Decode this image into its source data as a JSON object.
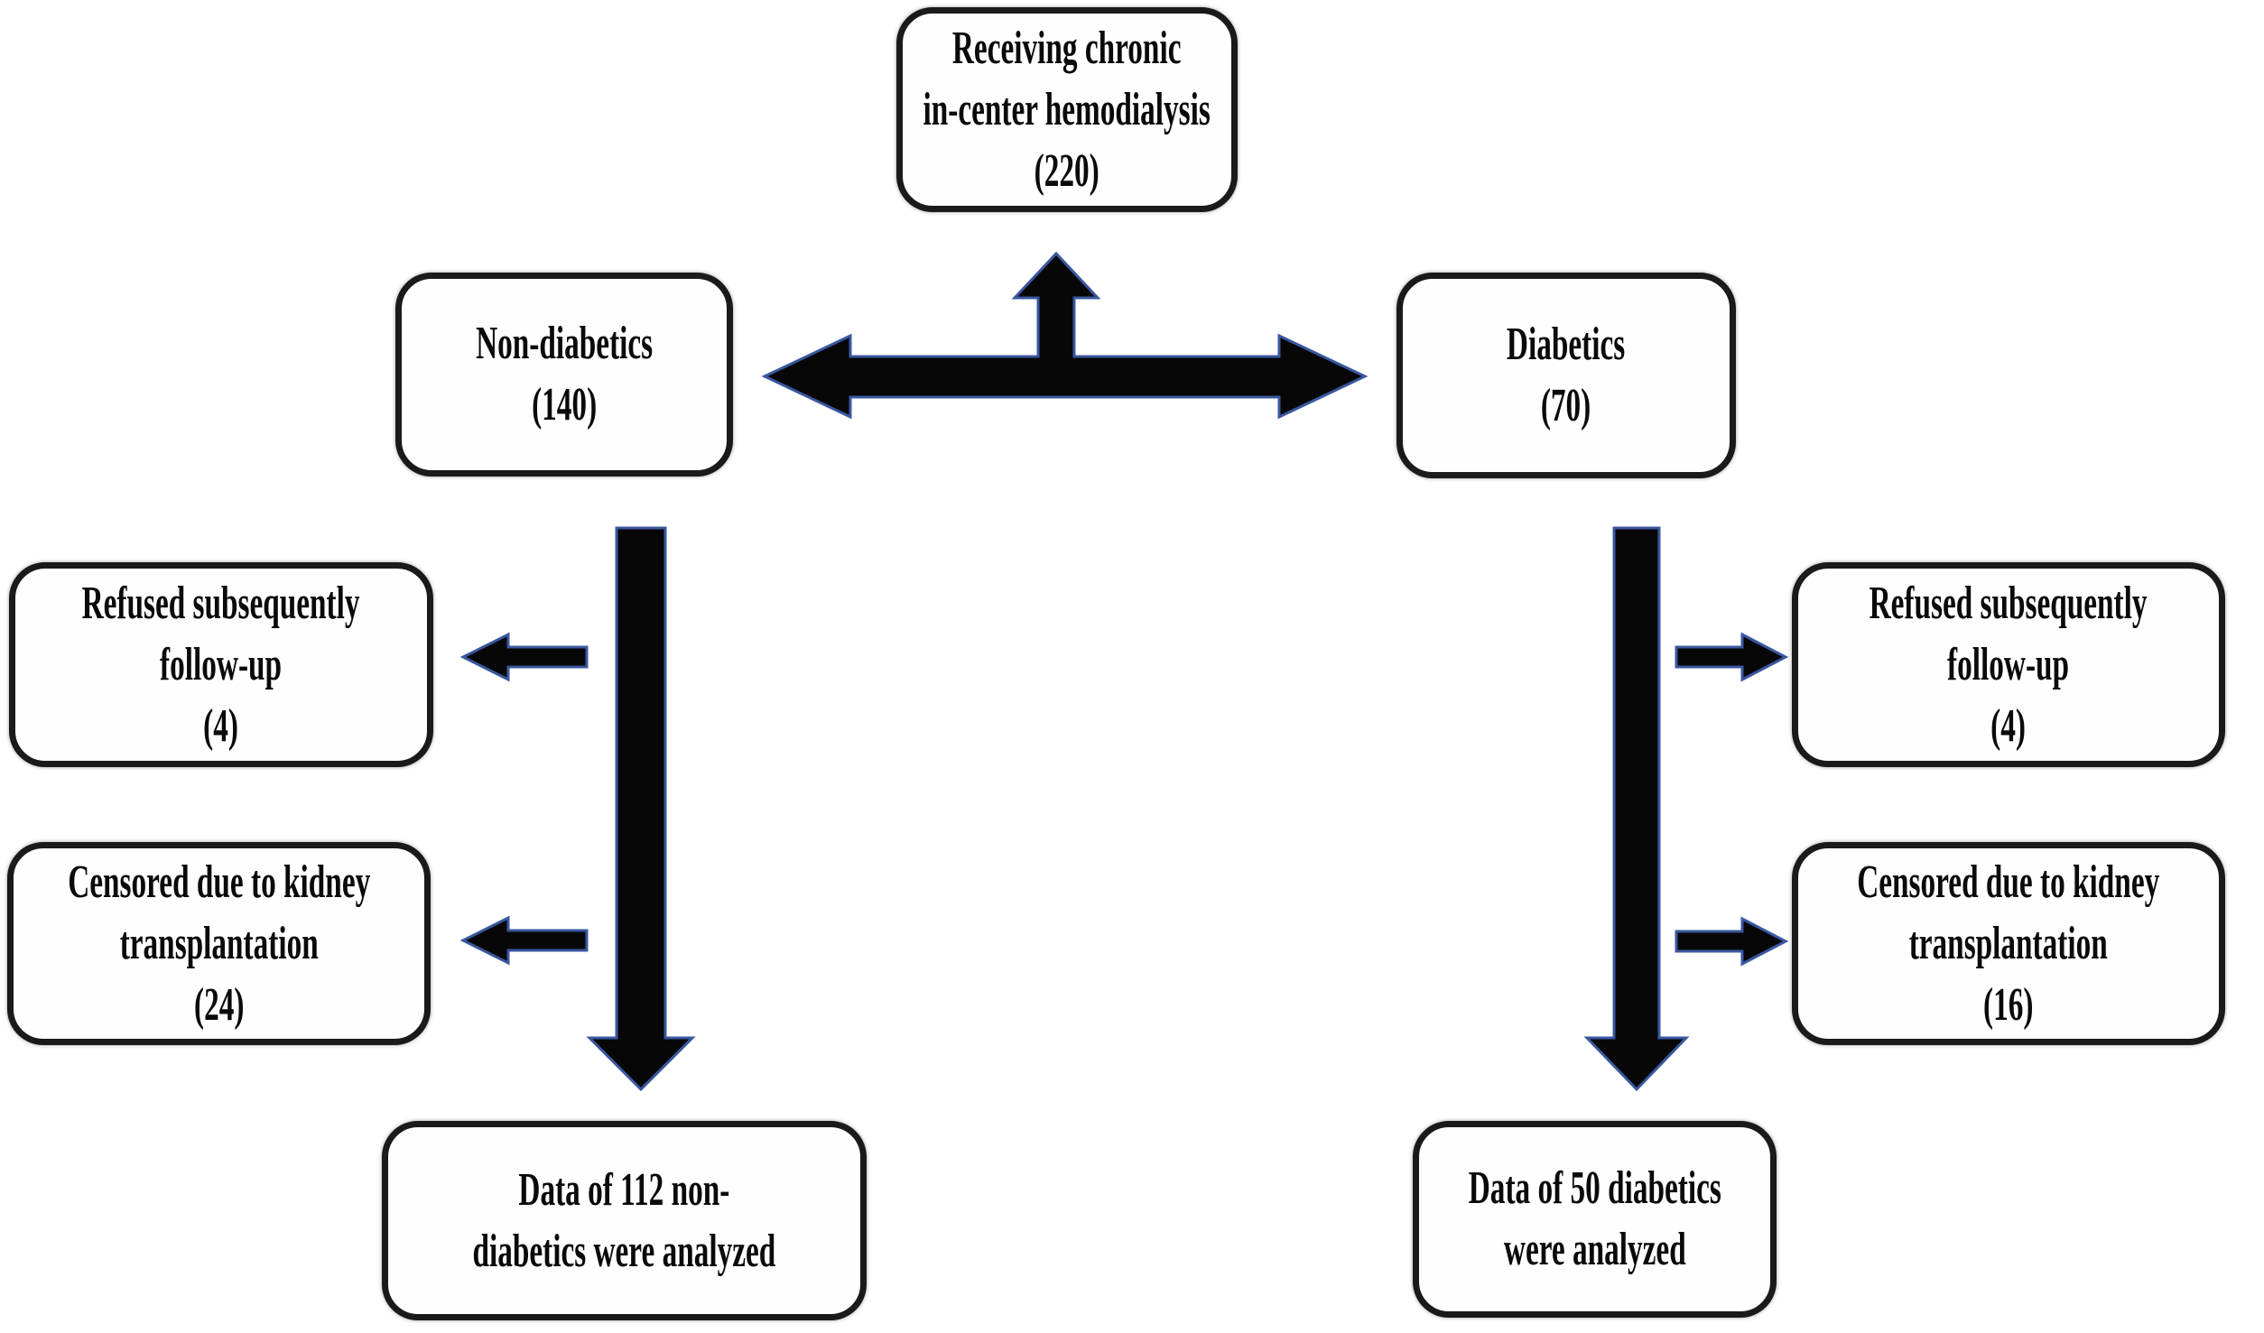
{
  "diagram": {
    "colors": {
      "background": "#ffffff",
      "box_fill": "#fefefe",
      "box_border": "#1a1a1a",
      "text": "#0a0a0a",
      "arrow_fill": "#070707",
      "arrow_outline": "#3a57a0"
    },
    "nodes": {
      "source": {
        "lines": [
          "Receiving chronic",
          "in-center hemodialysis",
          "(220)"
        ],
        "count": 220
      },
      "non_diabetics": {
        "lines": [
          "Non-diabetics",
          "(140)"
        ],
        "count": 140
      },
      "diabetics": {
        "lines": [
          "Diabetics",
          "(70)"
        ],
        "count": 70
      },
      "left_refused": {
        "lines": [
          "Refused subsequently",
          "follow-up",
          "(4)"
        ],
        "count": 4
      },
      "left_censored": {
        "lines": [
          "Censored due to kidney",
          "transplantation",
          "(24)"
        ],
        "count": 24
      },
      "left_analyzed": {
        "lines": [
          "Data of 112 non-",
          "diabetics were analyzed"
        ],
        "count": 112
      },
      "right_refused": {
        "lines": [
          "Refused subsequently",
          "follow-up",
          "(4)"
        ],
        "count": 4
      },
      "right_censored": {
        "lines": [
          "Censored due to kidney",
          "transplantation",
          "(16)"
        ],
        "count": 16
      },
      "right_analyzed": {
        "lines": [
          "Data of 50 diabetics",
          "were analyzed"
        ],
        "count": 50
      }
    }
  }
}
